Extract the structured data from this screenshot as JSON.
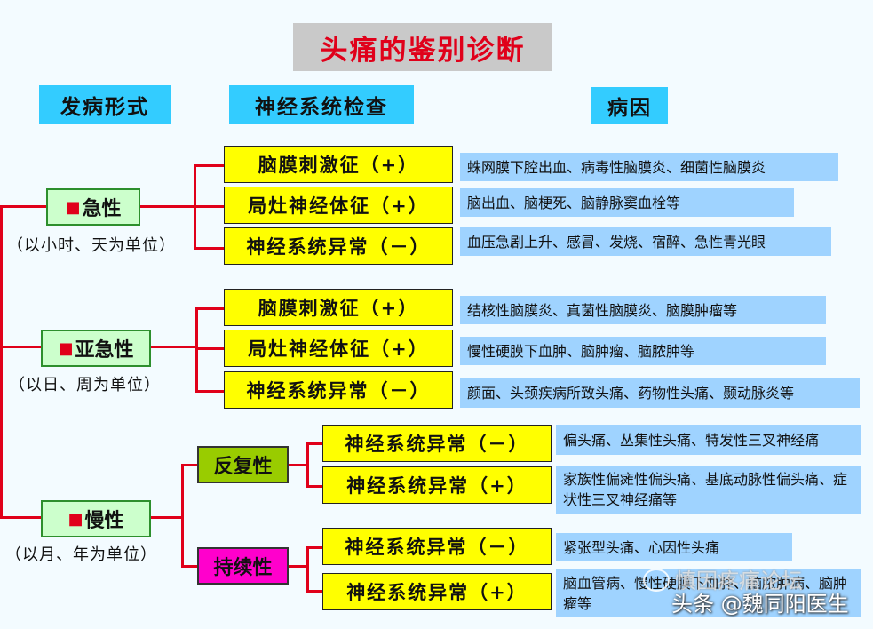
{
  "title": "头痛的鉴别诊断",
  "headers": {
    "onset": "发病形式",
    "exam": "神经系统检查",
    "cause": "病因"
  },
  "groups": [
    {
      "onset": "急性",
      "onset_marker": "■",
      "unit": "（以小时、天为单位）",
      "rows": [
        {
          "exam": "脑膜刺激征（+）",
          "cause": "蛛网膜下腔出血、病毒性脑膜炎、细菌性脑膜炎"
        },
        {
          "exam": "局灶神经体征（+）",
          "cause": "脑出血、脑梗死、脑静脉窦血栓等"
        },
        {
          "exam": "神经系统异常（－）",
          "cause": "血压急剧上升、感冒、发烧、宿醉、急性青光眼"
        }
      ]
    },
    {
      "onset": "亚急性",
      "onset_marker": "■",
      "unit": "（以日、周为单位）",
      "rows": [
        {
          "exam": "脑膜刺激征（+）",
          "cause": "结核性脑膜炎、真菌性脑膜炎、脑膜肿瘤等"
        },
        {
          "exam": "局灶神经体征（+）",
          "cause": "慢性硬膜下血肿、脑肿瘤、脑脓肿等"
        },
        {
          "exam": "神经系统异常（－）",
          "cause": "颜面、头颈疾病所致头痛、药物性头痛、颞动脉炎等"
        }
      ]
    },
    {
      "onset": "慢性",
      "onset_marker": "■",
      "unit": "（以月、年为单位）",
      "patterns": [
        {
          "label": "反复性",
          "color": "#99cc00",
          "rows": [
            {
              "exam": "神经系统异常（－）",
              "cause": "偏头痛、丛集性头痛、特发性三叉神经痛"
            },
            {
              "exam": "神经系统异常（+）",
              "cause": "家族性偏瘫性偏头痛、基底动脉性偏头痛、症状性三叉神经痛等"
            }
          ]
        },
        {
          "label": "持续性",
          "color": "#ff00cc",
          "rows": [
            {
              "exam": "神经系统异常（－）",
              "cause": "紧张型头痛、心因性头痛"
            },
            {
              "exam": "神经系统异常（+）",
              "cause": "脑血管病、慢性硬膜下血肿、脑脓肿病、脑肿瘤等"
            }
          ]
        }
      ]
    }
  ],
  "watermark": {
    "line1": "慎因疼痛论坛",
    "line2": "头条 @魏同阳医生"
  },
  "colors": {
    "line": "#e0001a",
    "header_bg": "#33ccff",
    "exam_bg": "#ffff00",
    "cause_bg": "#9fd3ff",
    "onset_bg": "#ccffcc",
    "title_text": "#e0001a"
  }
}
